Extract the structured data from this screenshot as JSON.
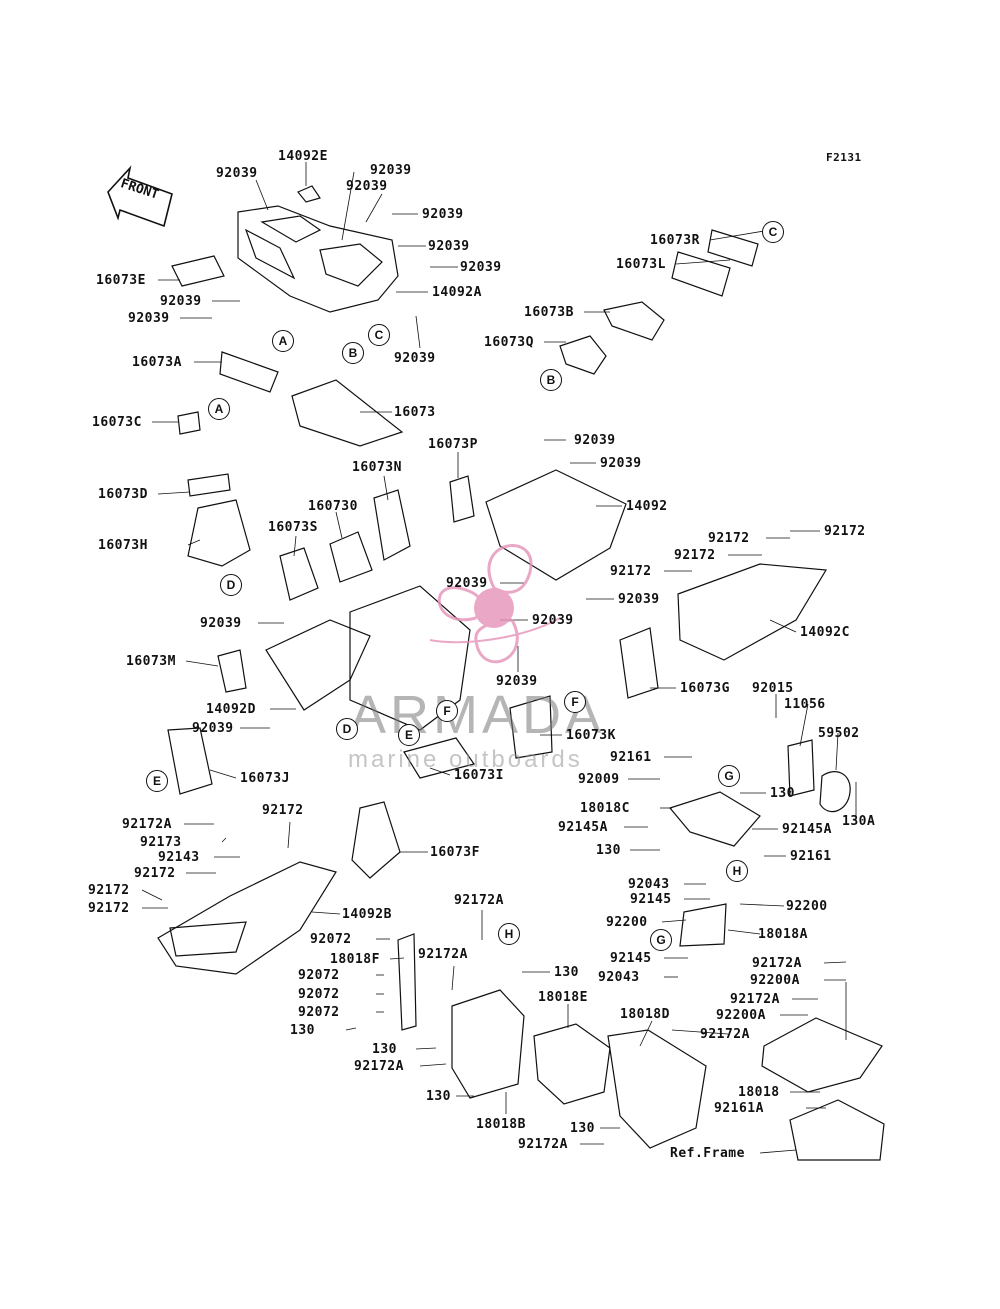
{
  "figure_code": "F2131",
  "front_label": "FRONT",
  "watermark": {
    "brand": "ARMADA",
    "tagline": "marine outboards"
  },
  "ref_frame_label": "Ref.Frame",
  "callouts": {
    "a": "14092E",
    "b": "92039",
    "c": "92039",
    "d": "92039",
    "e": "92039",
    "f": "92039",
    "g": "92039",
    "h": "16073E",
    "i": "14092A",
    "j": "92039",
    "k": "92039",
    "l": "92039",
    "m": "16073A",
    "n": "16073C",
    "o": "16073",
    "p": "16073R",
    "q": "16073L",
    "r": "16073B",
    "s": "16073Q",
    "t": "16073P",
    "u": "92039",
    "v": "92039",
    "w": "14092",
    "x": "16073N",
    "y": "160730",
    "z": "16073D",
    "aa": "16073H",
    "ab": "16073S",
    "ac": "92039",
    "ad": "92039",
    "ae": "92039",
    "af": "92039",
    "ag": "92039",
    "ah": "16073M",
    "ai": "14092D",
    "aj": "92039",
    "ak": "16073G",
    "al": "16073K",
    "am": "16073I",
    "an": "16073J",
    "ao": "92172",
    "ap": "92172",
    "aq": "92172",
    "ar": "92172",
    "as": "14092C",
    "at": "92015",
    "au": "11056",
    "av": "59502",
    "aw": "92161",
    "ax": "92009",
    "ay": "130",
    "az": "18018C",
    "ba": "92145A",
    "bb": "92145A",
    "bc": "130",
    "bd": "92161",
    "be": "130A",
    "bf": "92172A",
    "bg": "92172",
    "bh": "92173",
    "bi": "92143",
    "bj": "92172",
    "bk": "16073F",
    "bl": "92172",
    "bm": "92172",
    "bn": "14092B",
    "bo": "92043",
    "bp": "92145",
    "bq": "92200",
    "br": "92200",
    "bs": "18018A",
    "bt": "92145",
    "bu": "92043",
    "bv": "92172A",
    "bw": "92072",
    "bx": "18018F",
    "by": "92172A",
    "bz": "92072",
    "ca": "92072",
    "cb": "92072",
    "cc": "130",
    "cd": "130",
    "ce": "18018E",
    "cf": "18018D",
    "cg": "92172A",
    "ch": "92200A",
    "ci": "92172A",
    "cj": "92200A",
    "ck": "92172A",
    "cl": "130",
    "cm": "92172A",
    "cn": "130",
    "co": "18018B",
    "cp": "18018",
    "cq": "92161A",
    "cr": "130",
    "cs": "92172A"
  },
  "circles": {
    "a1": "A",
    "b1": "B",
    "c1": "C",
    "c2": "C",
    "b2": "B",
    "a2": "A",
    "d1": "D",
    "d2": "D",
    "e1": "E",
    "f1": "F",
    "f2": "F",
    "e2": "E",
    "g1": "G",
    "h1": "H",
    "g2": "G",
    "h2": "H"
  },
  "colors": {
    "line": "#111111",
    "watermark_pink": "#e592b9",
    "watermark_gray": "#8a8a8a"
  }
}
